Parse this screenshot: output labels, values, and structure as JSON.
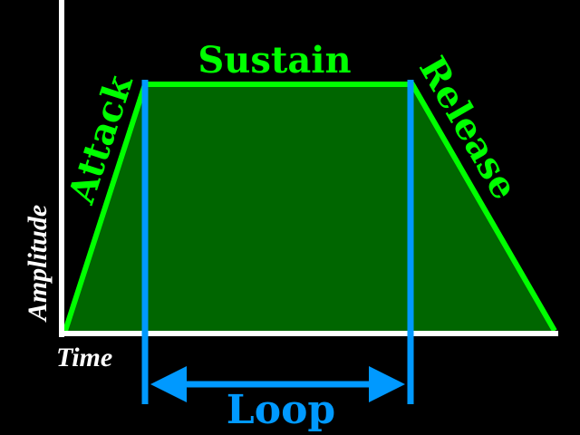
{
  "labels": {
    "attack": "Attack",
    "sustain": "Sustain",
    "release": "Release",
    "amplitude": "Amplitude",
    "time": "Time",
    "loop": "Loop"
  },
  "colors": {
    "background": "#000000",
    "axes": "#ffffff",
    "envelope_stroke": "#00ff00",
    "envelope_fill": "#006600",
    "loop_markers": "#0099ff",
    "label_text_green": "#00ff00",
    "label_text_axis": "#ffffff",
    "label_text_loop": "#0099ff"
  }
}
